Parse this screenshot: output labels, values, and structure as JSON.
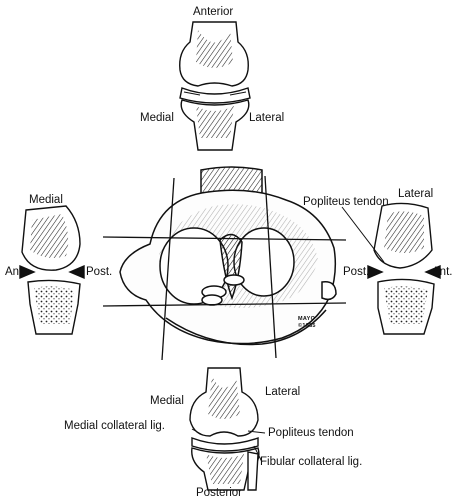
{
  "labels": {
    "top_anterior": "Anterior",
    "top_medial": "Medial",
    "top_lateral": "Lateral",
    "left_medial": "Medial",
    "left_ant": "Ant.",
    "left_post": "Post.",
    "right_popliteus": "Popliteus tendon",
    "right_lateral": "Lateral",
    "right_post": "Post.",
    "right_ant": "Ant.",
    "bottom_medial": "Medial",
    "bottom_lateral": "Lateral",
    "bottom_mcl": "Medial collateral lig.",
    "bottom_popliteus": "Popliteus tendon",
    "bottom_fcl": "Fibular collateral lig.",
    "bottom_posterior": "Posterior"
  },
  "signature": {
    "line1": "MAYO",
    "line2": "©1985"
  },
  "colors": {
    "ink": "#111111",
    "background": "#ffffff"
  }
}
